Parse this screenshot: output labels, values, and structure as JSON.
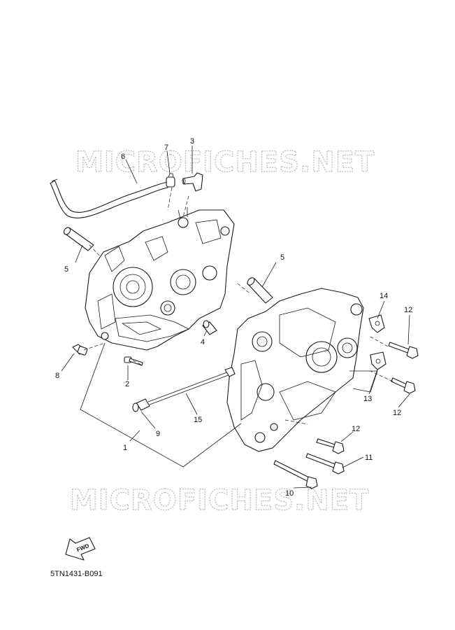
{
  "watermarks": [
    "MICROFICHES.NET",
    "MICROFICHES.NET"
  ],
  "callouts": [
    {
      "id": "c1",
      "label": "1"
    },
    {
      "id": "c2",
      "label": "2"
    },
    {
      "id": "c3",
      "label": "3"
    },
    {
      "id": "c4",
      "label": "4"
    },
    {
      "id": "c5a",
      "label": "5"
    },
    {
      "id": "c5b",
      "label": "5"
    },
    {
      "id": "c6",
      "label": "6"
    },
    {
      "id": "c7",
      "label": "7"
    },
    {
      "id": "c8",
      "label": "8"
    },
    {
      "id": "c9",
      "label": "9"
    },
    {
      "id": "c10",
      "label": "10"
    },
    {
      "id": "c11",
      "label": "11"
    },
    {
      "id": "c12a",
      "label": "12"
    },
    {
      "id": "c12b",
      "label": "12"
    },
    {
      "id": "c12c",
      "label": "12"
    },
    {
      "id": "c13",
      "label": "13"
    },
    {
      "id": "c14",
      "label": "14"
    },
    {
      "id": "c15",
      "label": "15"
    }
  ],
  "fwd_label": "FWD",
  "reference_code": "5TN1431-B091"
}
